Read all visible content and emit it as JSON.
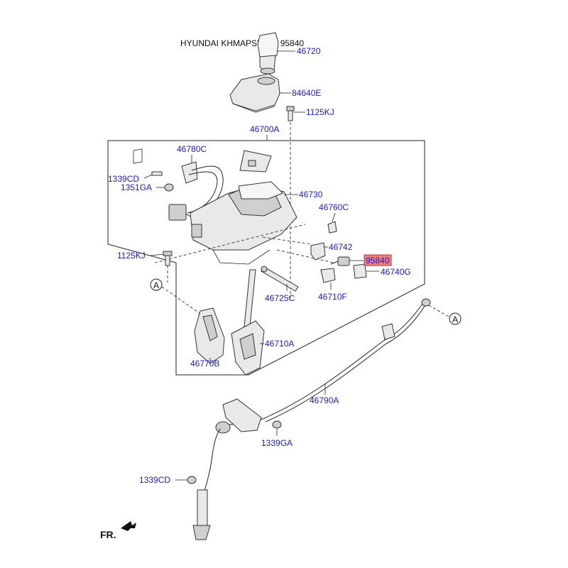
{
  "header": {
    "title": "HYUNDAI KHMAPSD14 - 95840"
  },
  "highlight_color": "#f08080",
  "label_color": "#1a1ad0",
  "callout_letter": "A",
  "direction_label": "FR.",
  "parts": [
    {
      "id": "46720",
      "text": "46720"
    },
    {
      "id": "84640E",
      "text": "84640E"
    },
    {
      "id": "1125KJ_top",
      "text": "1125KJ"
    },
    {
      "id": "46700A",
      "text": "46700A"
    },
    {
      "id": "46780C",
      "text": "46780C"
    },
    {
      "id": "1339CD_top",
      "text": "1339CD"
    },
    {
      "id": "1351GA",
      "text": "1351GA"
    },
    {
      "id": "46730",
      "text": "46730"
    },
    {
      "id": "46760C",
      "text": "46760C"
    },
    {
      "id": "46742",
      "text": "46742"
    },
    {
      "id": "95840",
      "text": "95840",
      "highlighted": true
    },
    {
      "id": "46740G",
      "text": "46740G"
    },
    {
      "id": "1125KJ_left",
      "text": "1125KJ"
    },
    {
      "id": "46725C",
      "text": "46725C"
    },
    {
      "id": "46710F",
      "text": "46710F"
    },
    {
      "id": "46710A",
      "text": "46710A"
    },
    {
      "id": "46770B",
      "text": "46770B"
    },
    {
      "id": "46790A",
      "text": "46790A"
    },
    {
      "id": "1339GA",
      "text": "1339GA"
    },
    {
      "id": "1339CD_bottom",
      "text": "1339CD"
    }
  ]
}
